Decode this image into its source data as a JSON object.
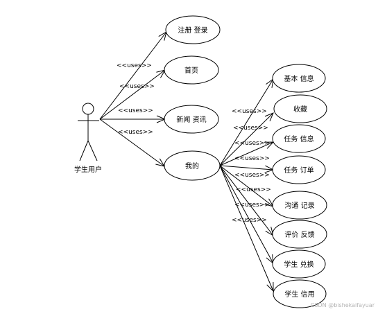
{
  "actor": {
    "label": "学生用户"
  },
  "stereotype": "<<uses>>",
  "use_cases": {
    "register_login": "注册 登录",
    "home": "首页",
    "news": "新闻 资讯",
    "mine": "我的",
    "basic_info": "基本 信息",
    "favorites": "收藏",
    "task_info": "任务 信息",
    "task_order": "任务 订单",
    "communication": "沟通 记录",
    "review": "评价 反馈",
    "student_redeem": "学生 兑换",
    "student_credit": "学生 信用"
  },
  "watermark": "CSDN @bishekaifayuar"
}
